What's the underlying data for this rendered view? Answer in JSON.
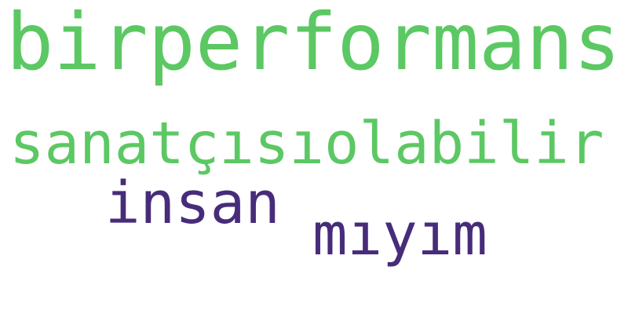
{
  "words": [
    {
      "text": "birperformans",
      "color": "#5cc863"
    },
    {
      "text": "sanatçısıolabilir",
      "color": "#5cc863"
    },
    {
      "text": "insan",
      "color": "#472c7a"
    },
    {
      "text": "mıyım",
      "color": "#472c7a"
    }
  ]
}
